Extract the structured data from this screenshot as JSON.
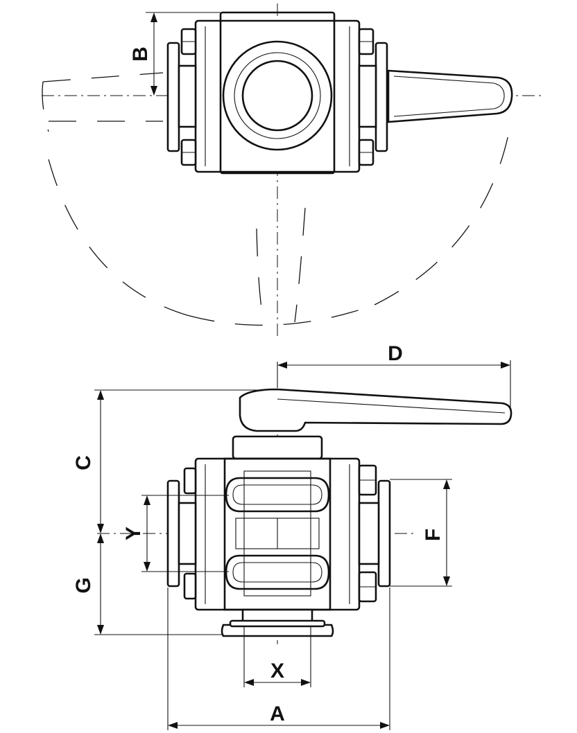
{
  "diagram": {
    "dimensions": {
      "A": "A",
      "B": "B",
      "C": "C",
      "D": "D",
      "F": "F",
      "G": "G",
      "X": "X",
      "Y": "Y"
    }
  }
}
